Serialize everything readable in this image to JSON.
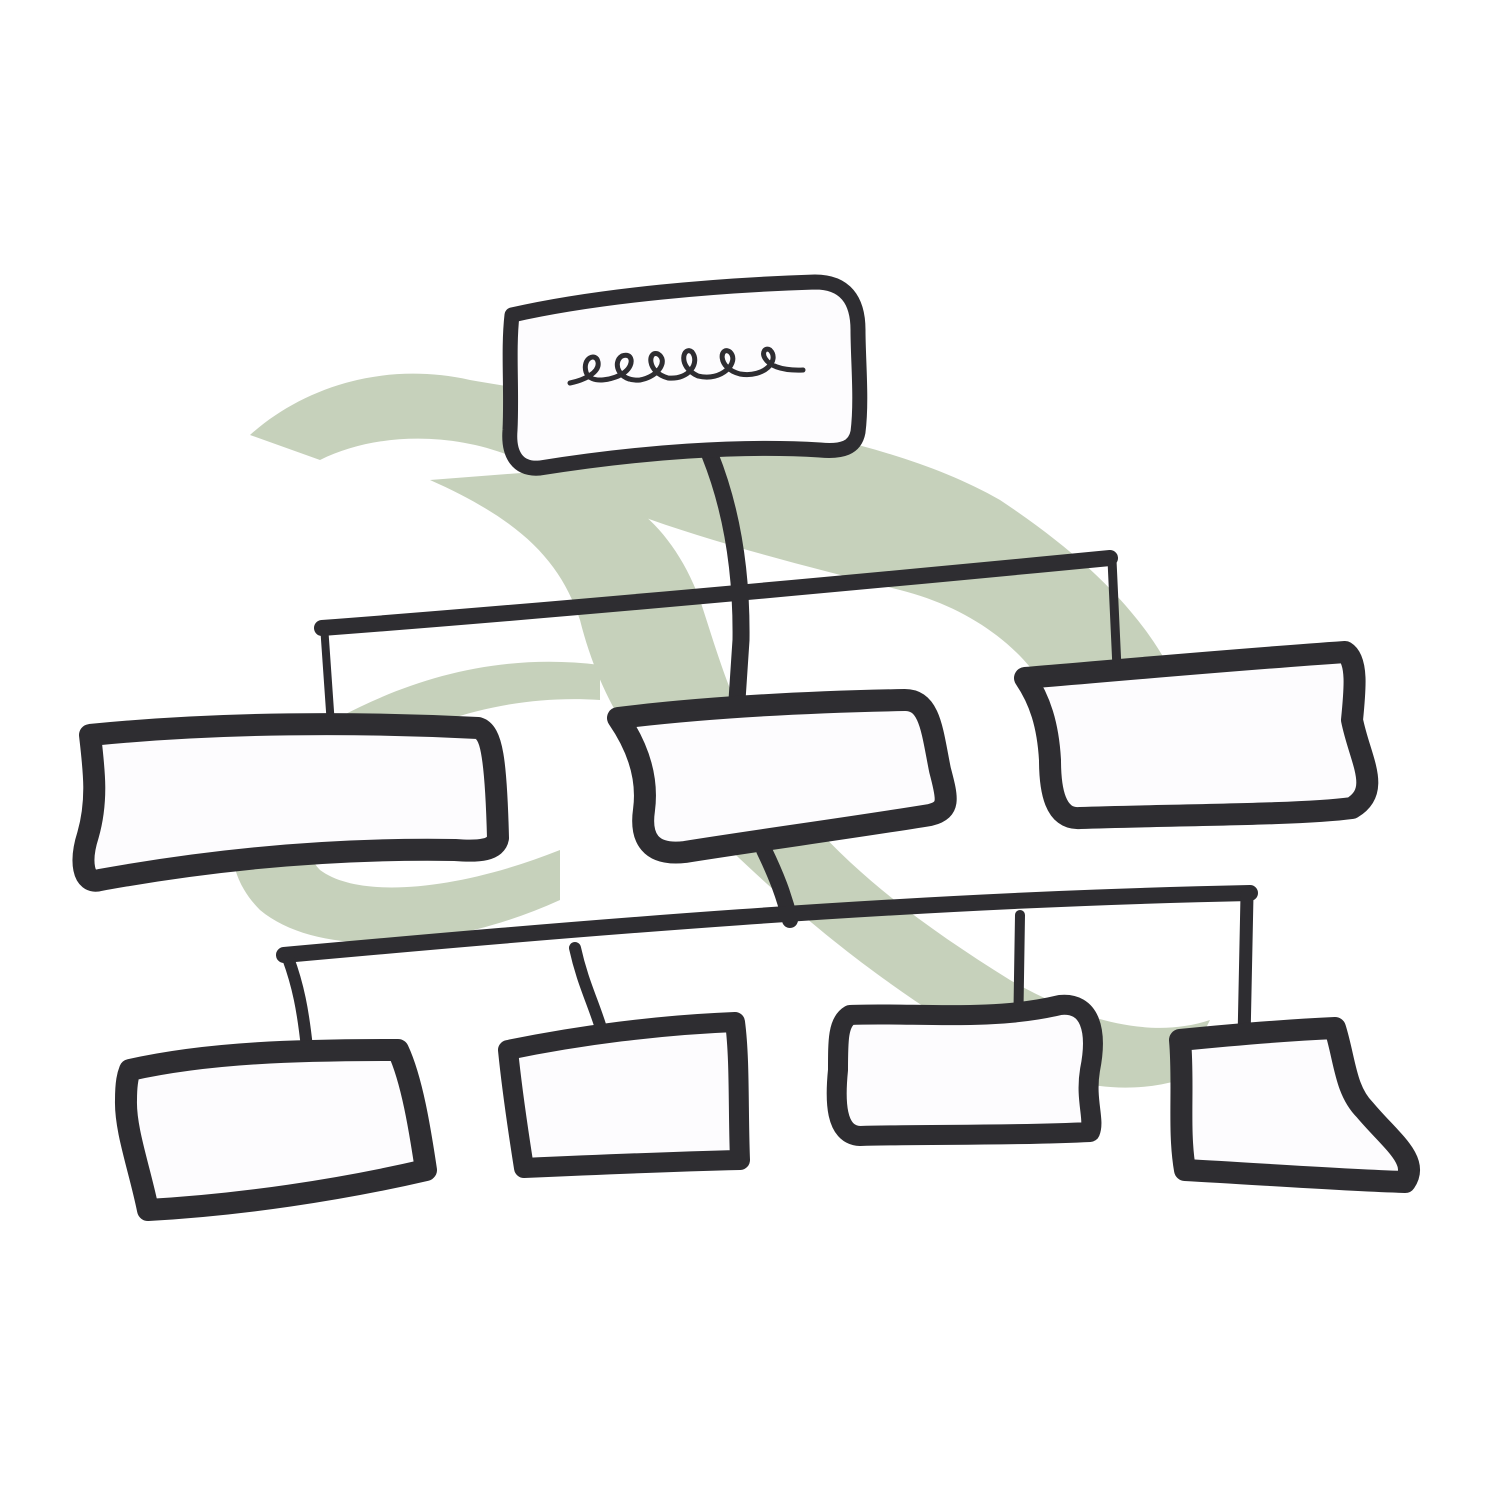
{
  "colors": {
    "background": "#ffffff",
    "ink": "#2e2d31",
    "box_fill": "#fdfcfe",
    "accent_swash": "#c6d1bb"
  },
  "diagram": {
    "type": "org-chart",
    "levels": 3,
    "nodes": [
      {
        "id": "root",
        "level": 0,
        "label": "",
        "content": "scribble"
      },
      {
        "id": "l1-left",
        "level": 1,
        "parent": "root",
        "label": ""
      },
      {
        "id": "l1-center",
        "level": 1,
        "parent": "root",
        "label": ""
      },
      {
        "id": "l1-right",
        "level": 1,
        "parent": "root",
        "label": ""
      },
      {
        "id": "l2-a",
        "level": 2,
        "parent": "l1-center",
        "label": ""
      },
      {
        "id": "l2-b",
        "level": 2,
        "parent": "l1-center",
        "label": ""
      },
      {
        "id": "l2-c",
        "level": 2,
        "parent": "l1-center",
        "label": ""
      },
      {
        "id": "l2-d",
        "level": 2,
        "parent": "l1-center",
        "label": ""
      }
    ]
  }
}
